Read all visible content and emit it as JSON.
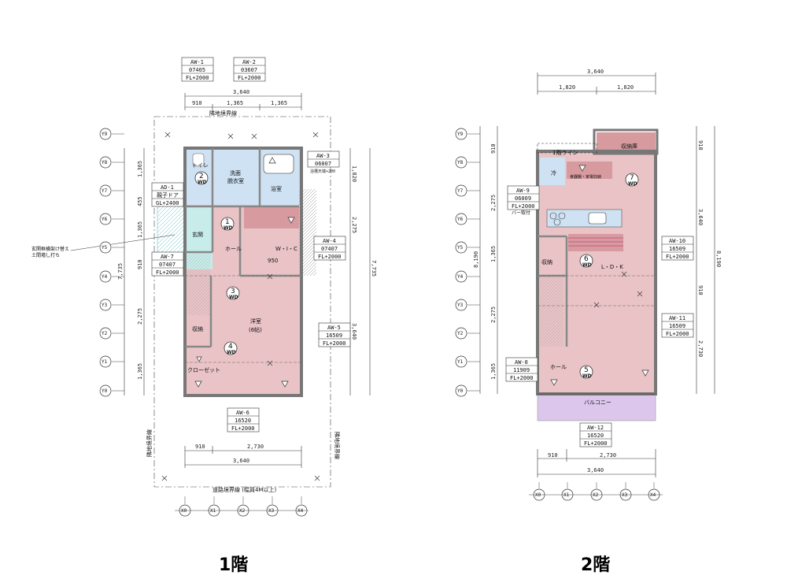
{
  "floors": [
    {
      "title": "1階",
      "rooms": {
        "toilet": "トイレ",
        "washroom": "洗面\n脱衣室",
        "bath": "浴室",
        "entrance": "玄関",
        "hall": "ホール",
        "wic": "W・I・C",
        "storage": "収納",
        "western": "洋室",
        "western_size": "(6帖)",
        "closet": "クローゼット"
      },
      "windows": [
        {
          "id": "AW-1",
          "code": "07405",
          "fl": "FL+2000"
        },
        {
          "id": "AW-2",
          "code": "03607",
          "fl": "FL+2000"
        },
        {
          "id": "AW-3",
          "code": "06007",
          "fl": "",
          "note": "浴槽天端+200"
        },
        {
          "id": "AD-1",
          "code": "親子ドア",
          "fl": "GL+2400"
        },
        {
          "id": "AW-4",
          "code": "07407",
          "fl": "FL+2000"
        },
        {
          "id": "AW-7",
          "code": "07407",
          "fl": "FL+2000"
        },
        {
          "id": "AW-5",
          "code": "16509",
          "fl": "FL+2000"
        },
        {
          "id": "AW-6",
          "code": "16520",
          "fl": "FL+2000"
        }
      ],
      "dims_top": [
        "3,640",
        "910",
        "1,365",
        "1,365"
      ],
      "dims_bottom": [
        "910",
        "2,730",
        "3,640"
      ],
      "dims_left": [
        "1,365",
        "455",
        "1,365",
        "910",
        "2,275",
        "1,365",
        "7,735"
      ],
      "dims_right": [
        "1,820",
        "2,275",
        "3,640",
        "7,735"
      ],
      "boundary_top": "隣地境界線",
      "boundary_bottom": "道路境界線 (幅員4M以上)",
      "boundary_left": "隣地境界線",
      "boundary_right": "隣地境界線",
      "note": "玄関框横架け替え\n土間増し打ち",
      "wd_labels": [
        "1",
        "2",
        "3",
        "4"
      ],
      "stair_label": "950"
    },
    {
      "title": "2階",
      "rooms": {
        "storage_room": "収納庫",
        "ldk": "L・D・K",
        "storage": "収納",
        "hall": "ホール",
        "balcony": "バルコニー",
        "line_1f": "1階ライン",
        "fridge": "冷",
        "kitchen_storage": "食器棚・家電収納",
        "bar": "バー取付"
      },
      "windows": [
        {
          "id": "AW-9",
          "code": "06009",
          "fl": "FL+2000"
        },
        {
          "id": "AW-10",
          "code": "16509",
          "fl": "FL+2000"
        },
        {
          "id": "AW-11",
          "code": "16509",
          "fl": "FL+2000"
        },
        {
          "id": "AW-8",
          "code": "11909",
          "fl": "FL+2000"
        },
        {
          "id": "AW-12",
          "code": "16520",
          "fl": "FL+2000"
        }
      ],
      "dims_top": [
        "3,640",
        "1,820",
        "1,820"
      ],
      "dims_bottom": [
        "910",
        "2,730",
        "3,640"
      ],
      "dims_left": [
        "910",
        "2,275",
        "1,365",
        "2,275",
        "1,365",
        "8,190"
      ],
      "dims_right": [
        "910",
        "3,640",
        "910",
        "2,730",
        "8,190"
      ],
      "wd_labels": [
        "5",
        "6",
        "7"
      ]
    }
  ],
  "grid_y": [
    "Y9",
    "Y8",
    "Y7",
    "Y6",
    "Y5",
    "Y4",
    "Y3",
    "Y2",
    "Y1",
    "Y0"
  ],
  "grid_x": [
    "X0",
    "X1",
    "X2",
    "X3",
    "X4"
  ],
  "colors": {
    "pink": "#e9c3c6",
    "bath_blue": "#cfe2f3",
    "entrance_teal": "#c7ece9",
    "balcony": "#dcc6ec",
    "storage_red": "#d79a9f",
    "wall": "#9a9a9a"
  }
}
